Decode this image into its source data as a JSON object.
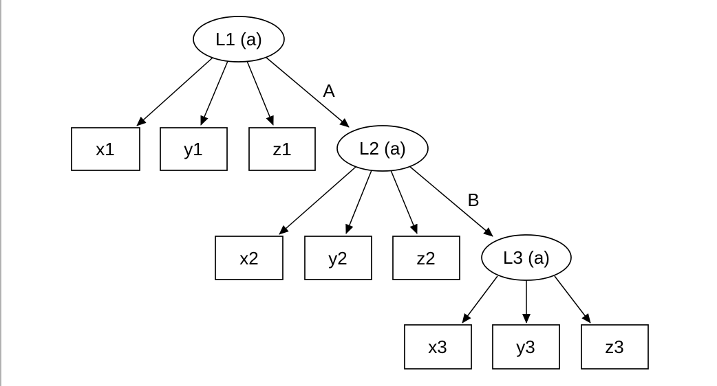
{
  "diagram": {
    "kind": "sem-path-diagram",
    "latents": [
      {
        "id": "L1",
        "label": "L1 (a)"
      },
      {
        "id": "L2",
        "label": "L2 (a)"
      },
      {
        "id": "L3",
        "label": "L3 (a)"
      }
    ],
    "observed": [
      {
        "id": "x1",
        "label": "x1"
      },
      {
        "id": "y1",
        "label": "y1"
      },
      {
        "id": "z1",
        "label": "z1"
      },
      {
        "id": "x2",
        "label": "x2"
      },
      {
        "id": "y2",
        "label": "y2"
      },
      {
        "id": "z2",
        "label": "z2"
      },
      {
        "id": "x3",
        "label": "x3"
      },
      {
        "id": "y3",
        "label": "y3"
      },
      {
        "id": "z3",
        "label": "z3"
      }
    ],
    "edges": [
      {
        "from": "L1",
        "to": "x1",
        "label": ""
      },
      {
        "from": "L1",
        "to": "y1",
        "label": ""
      },
      {
        "from": "L1",
        "to": "z1",
        "label": ""
      },
      {
        "from": "L1",
        "to": "L2",
        "label": "A"
      },
      {
        "from": "L2",
        "to": "x2",
        "label": ""
      },
      {
        "from": "L2",
        "to": "y2",
        "label": ""
      },
      {
        "from": "L2",
        "to": "z2",
        "label": ""
      },
      {
        "from": "L2",
        "to": "L3",
        "label": "B"
      },
      {
        "from": "L3",
        "to": "x3",
        "label": ""
      },
      {
        "from": "L3",
        "to": "y3",
        "label": ""
      },
      {
        "from": "L3",
        "to": "z3",
        "label": ""
      }
    ],
    "colors": {
      "node_stroke": "#000000",
      "node_fill": "#ffffff",
      "background": "#ffffff",
      "frame_line": "#b1b1b1"
    }
  }
}
